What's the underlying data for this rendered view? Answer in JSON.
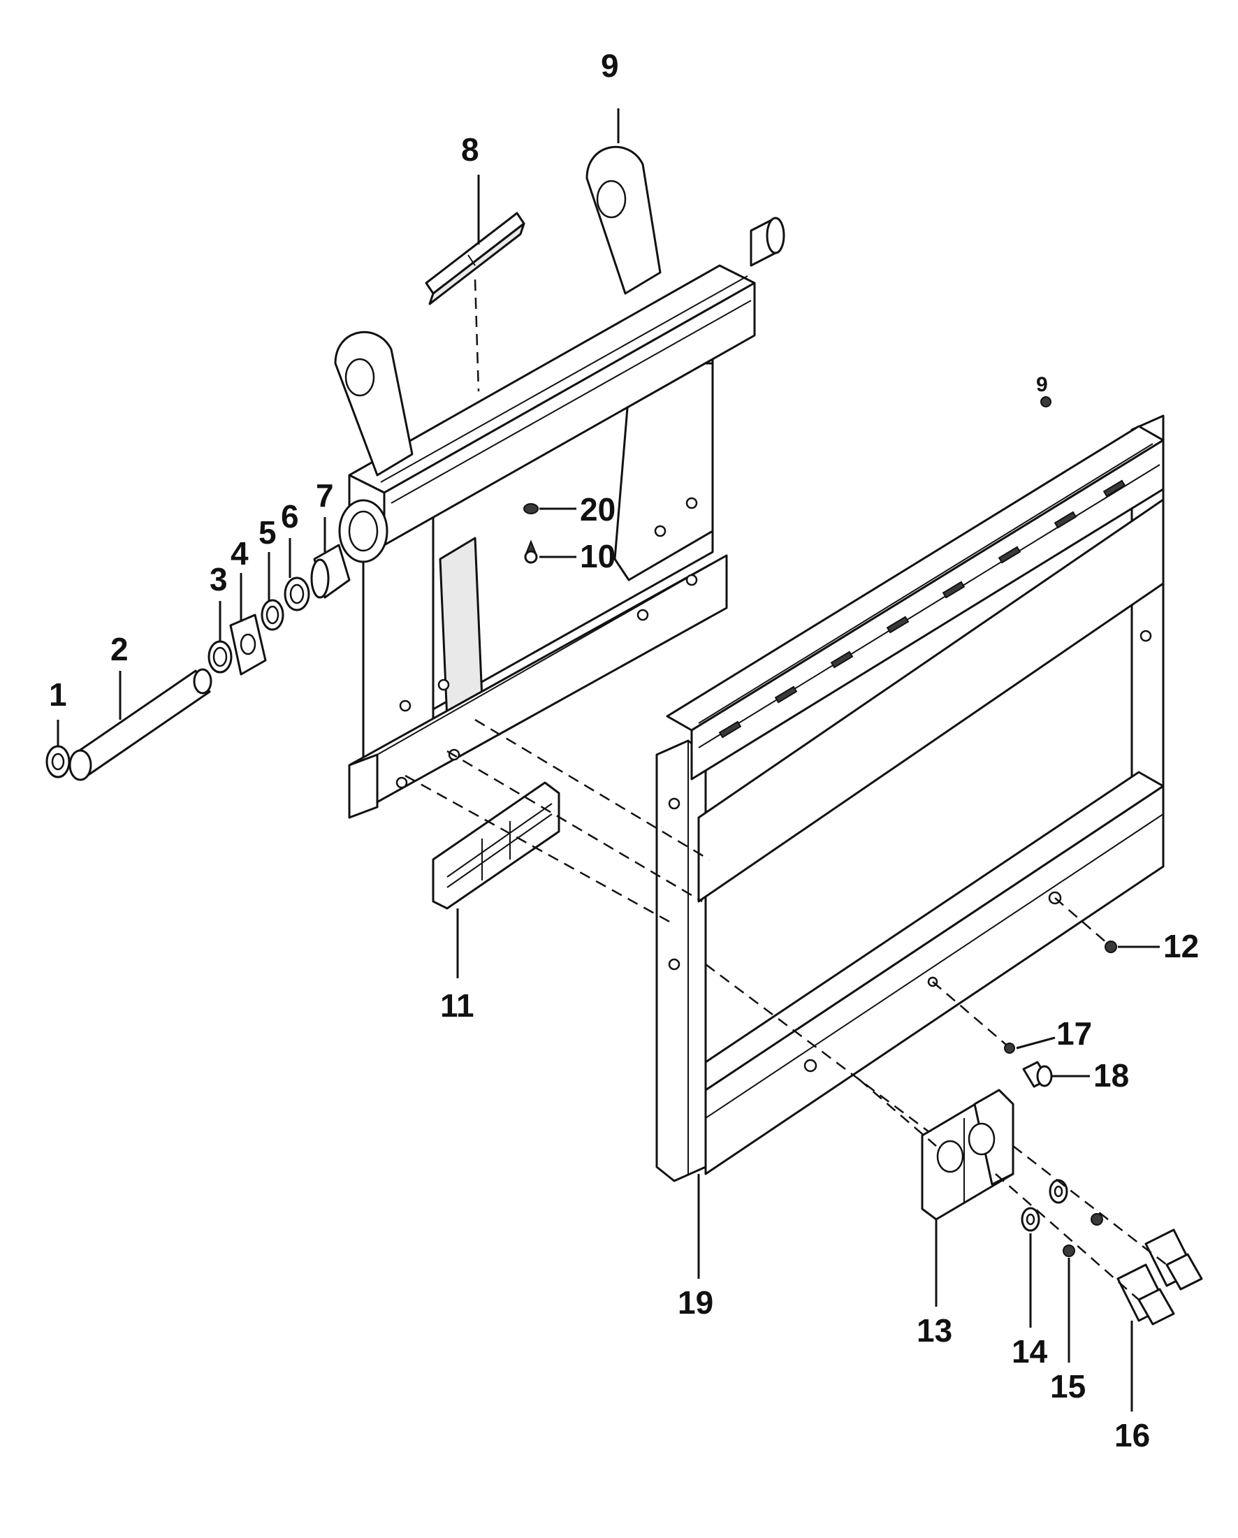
{
  "callouts": {
    "c1": "1",
    "c2": "2",
    "c3": "3",
    "c4": "4",
    "c5": "5",
    "c6": "6",
    "c7": "7",
    "c8": "8",
    "c9": "9",
    "c10": "10",
    "c11": "11",
    "c12": "12",
    "c13": "13",
    "c14": "14",
    "c15": "15",
    "c16": "16",
    "c17": "17",
    "c18": "18",
    "c19": "19",
    "c20": "20",
    "c9b": "9"
  },
  "colors": {
    "line": "#111111",
    "background": "#ffffff",
    "shade": "#e9e9e9"
  }
}
